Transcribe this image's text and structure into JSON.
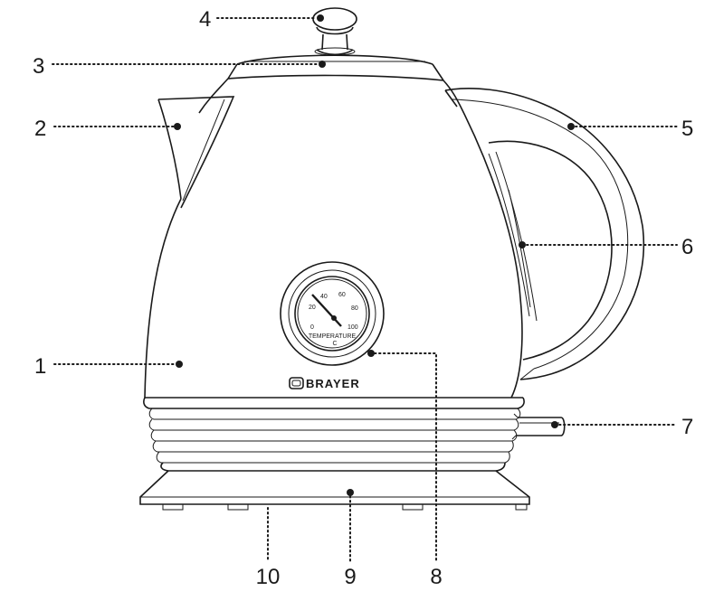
{
  "diagram": {
    "brand": "BRAYER",
    "gauge": {
      "scale": [
        "0",
        "20",
        "40",
        "60",
        "80",
        "100"
      ],
      "caption": "TEMPERATURE",
      "unit": "C"
    },
    "callouts": [
      {
        "id": "1",
        "label": "1",
        "part": "kettle-body"
      },
      {
        "id": "2",
        "label": "2",
        "part": "spout"
      },
      {
        "id": "3",
        "label": "3",
        "part": "lid"
      },
      {
        "id": "4",
        "label": "4",
        "part": "lid-knob"
      },
      {
        "id": "5",
        "label": "5",
        "part": "handle"
      },
      {
        "id": "6",
        "label": "6",
        "part": "water-level-window"
      },
      {
        "id": "7",
        "label": "7",
        "part": "power-switch"
      },
      {
        "id": "8",
        "label": "8",
        "part": "thermometer"
      },
      {
        "id": "9",
        "label": "9",
        "part": "power-base"
      },
      {
        "id": "10",
        "label": "10",
        "part": "cord-storage"
      }
    ]
  }
}
